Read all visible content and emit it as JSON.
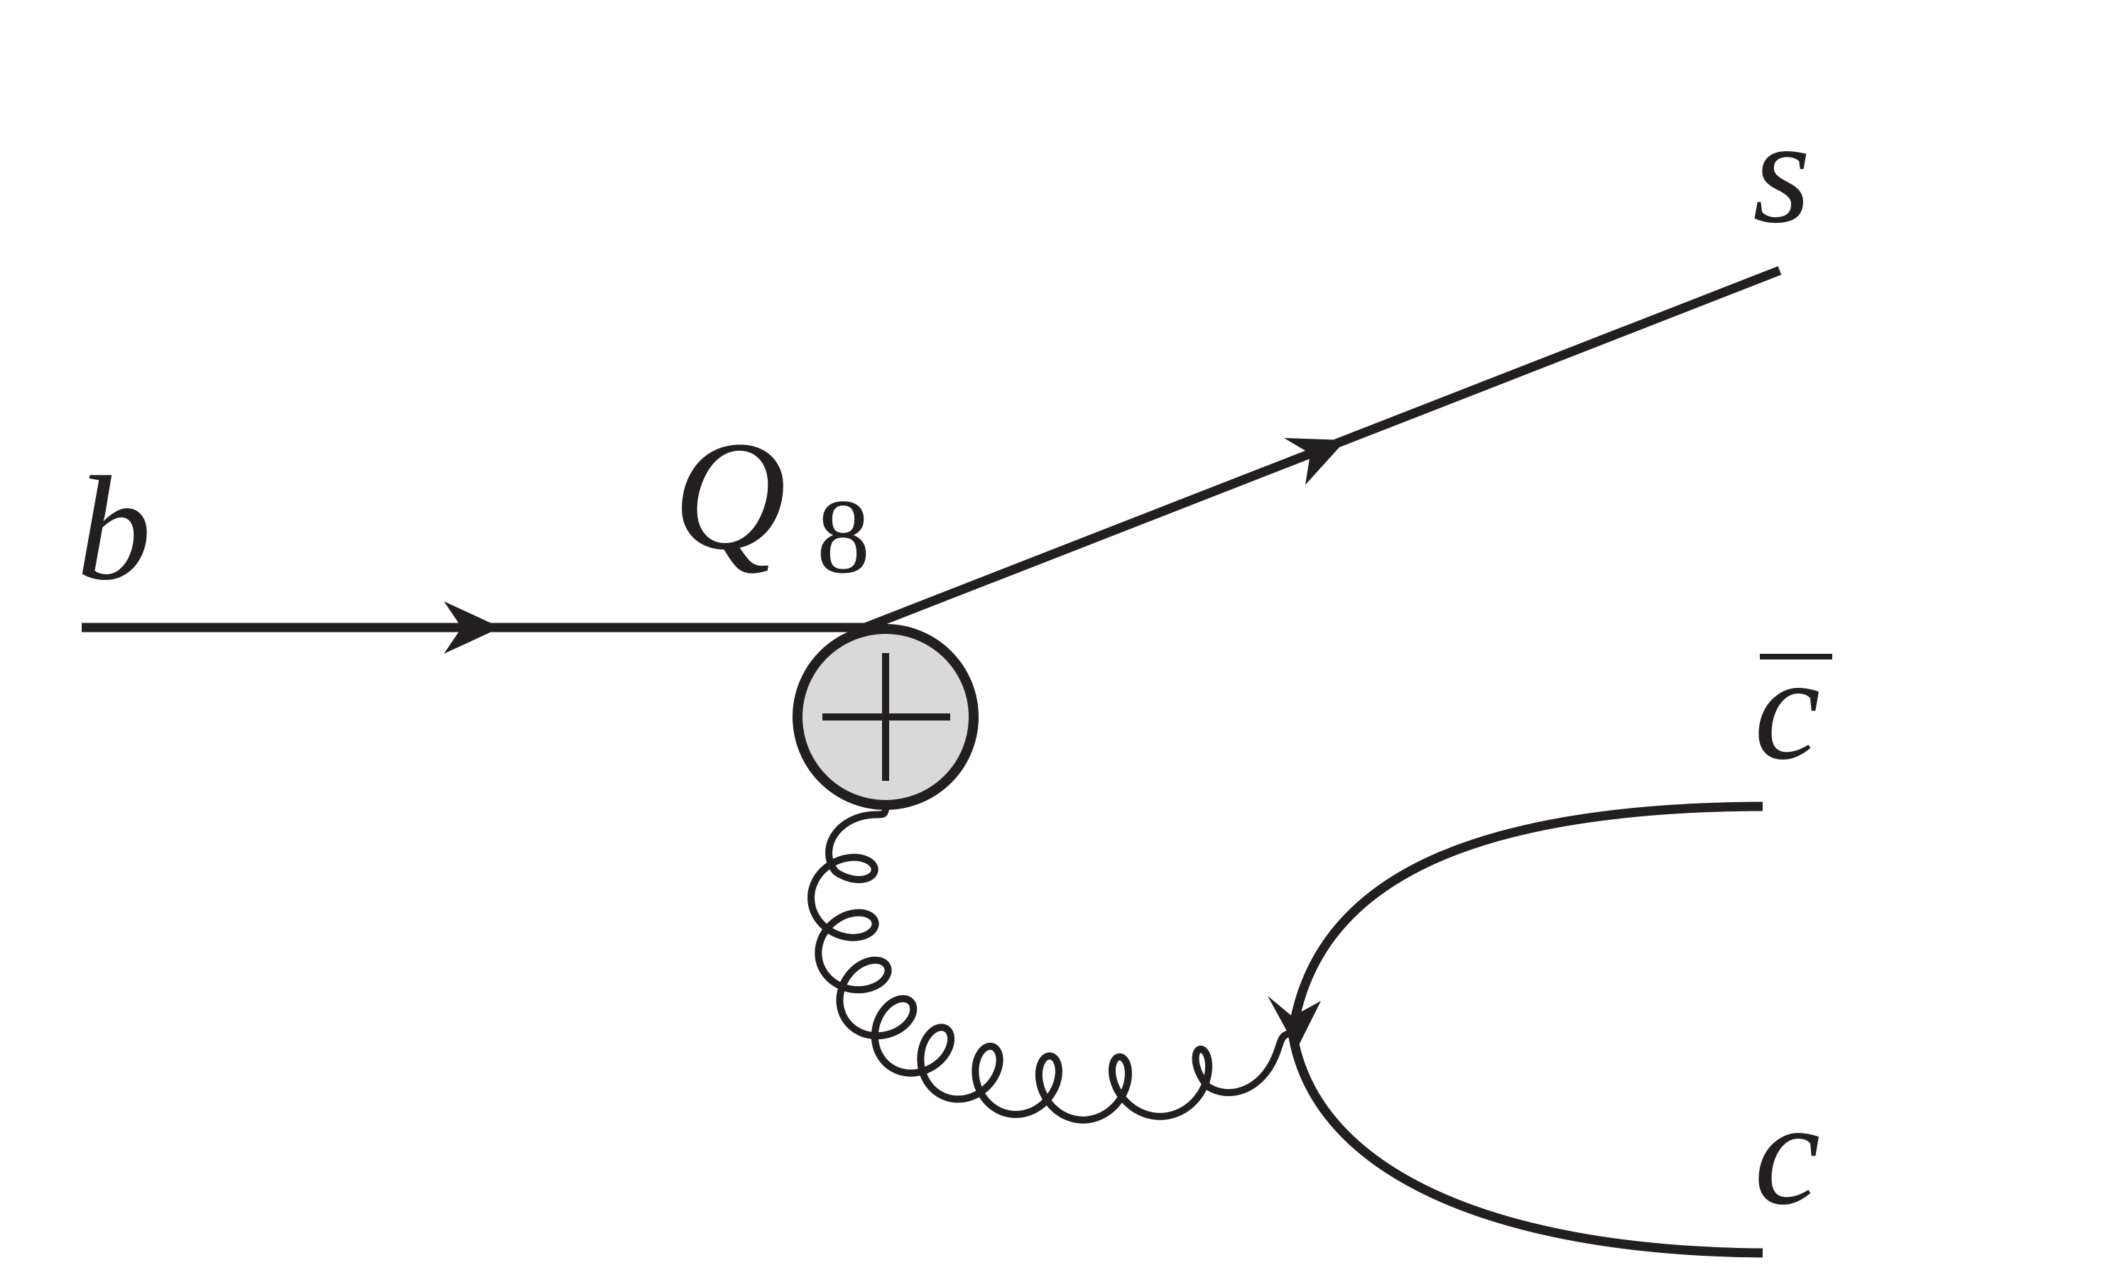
{
  "diagram": {
    "labels": {
      "incoming_quark": "b",
      "operator_symbol": "Q",
      "operator_index": "8",
      "outgoing_quark": "s",
      "antiquark": "c",
      "quark": "c"
    },
    "colors": {
      "line": "#231f20",
      "vertex_fill": "#d9d9d9"
    }
  }
}
